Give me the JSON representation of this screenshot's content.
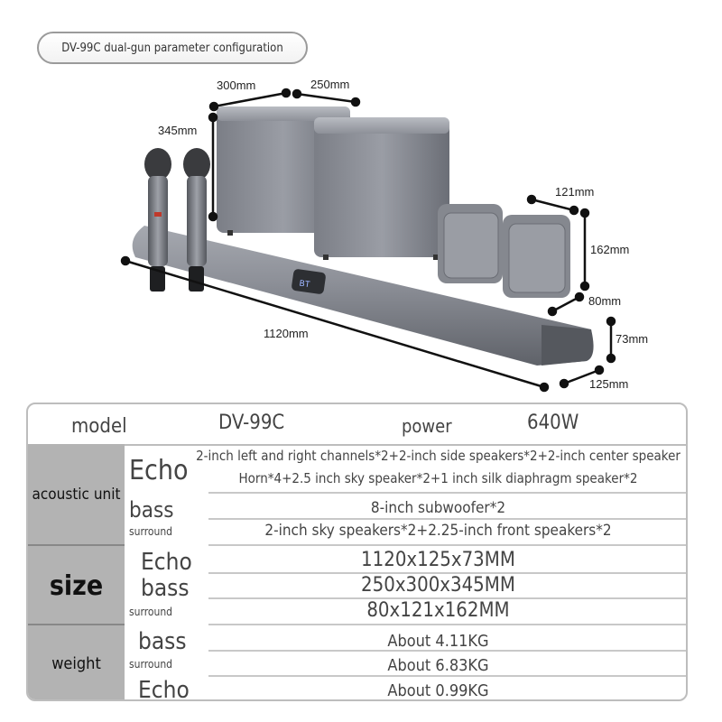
{
  "title": "DV-99C dual-gun parameter configuration",
  "dimensions": {
    "subwoofer_width": "300mm",
    "subwoofer_depth": "250mm",
    "subwoofer_height": "345mm",
    "surround_width": "121mm",
    "surround_height": "162mm",
    "surround_depth": "80mm",
    "soundbar_length": "1120mm",
    "soundbar_height": "73mm",
    "soundbar_depth": "125mm"
  },
  "display_text": "BT",
  "table": {
    "model_label": "model",
    "model_value": "DV-99C",
    "power_label": "power",
    "power_value": "640W",
    "acoustic": {
      "label": "acoustic unit",
      "echo_label": "Echo",
      "echo_line1": "2-inch left and right channels*2+2-inch side speakers*2+2-inch center speaker",
      "echo_line2": "Horn*4+2.5 inch sky speaker*2+1 inch silk diaphragm speaker*2",
      "bass_label": "bass",
      "bass_value": "8-inch subwoofer*2",
      "surround_label": "surround",
      "surround_value": "2-inch sky speakers*2+2.25-inch front speakers*2"
    },
    "size": {
      "label": "size",
      "echo_label": "Echo",
      "echo_value": "1120x125x73MM",
      "bass_label": "bass",
      "bass_value": "250x300x345MM",
      "surround_label": "surround",
      "surround_value": "80x121x162MM"
    },
    "weight": {
      "label": "weight",
      "bass_label": "bass",
      "bass_value": "About 4.11KG",
      "surround_label": "surround",
      "surround_value": "About 6.83KG",
      "echo_label": "Echo",
      "echo_value": "About 0.99KG"
    }
  }
}
